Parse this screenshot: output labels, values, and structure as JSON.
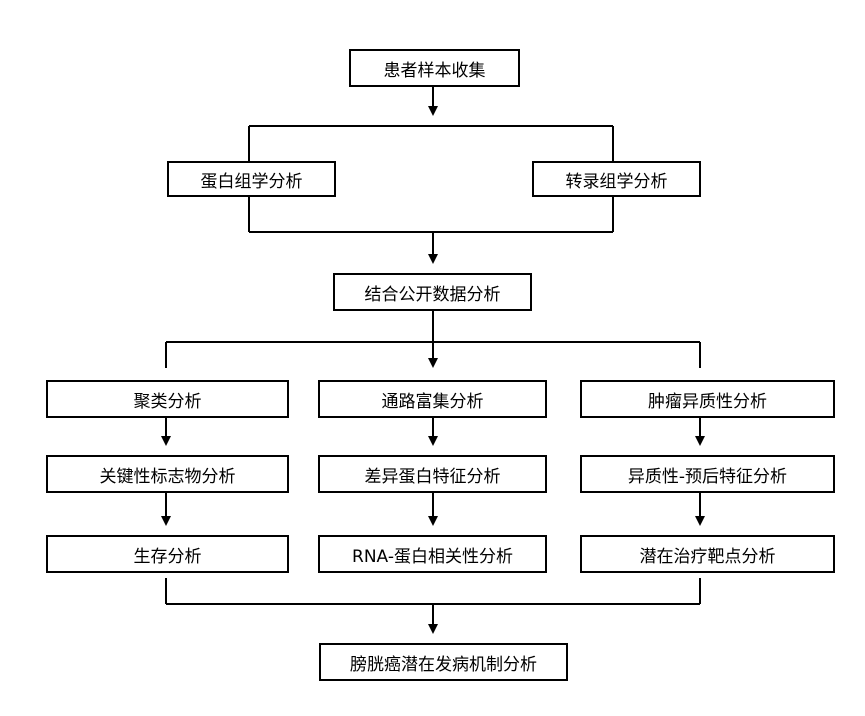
{
  "diagram": {
    "nodes": {
      "sample_collection": "患者样本收集",
      "proteomics": "蛋白组学分析",
      "transcriptomics": "转录组学分析",
      "public_data": "结合公开数据分析",
      "clustering": "聚类分析",
      "pathway_enrichment": "通路富集分析",
      "tumor_heterogeneity": "肿瘤异质性分析",
      "biomarker": "关键性标志物分析",
      "diff_protein": "差异蛋白特征分析",
      "heterogeneity_prognosis": "异质性-预后特征分析",
      "survival": "生存分析",
      "rna_protein_correlation": "RNA-蛋白相关性分析",
      "therapy_target": "潜在治疗靶点分析",
      "mechanism": "膀胱癌潜在发病机制分析"
    },
    "colors": {
      "stroke": "#000000",
      "fill": "#ffffff",
      "text": "#000000"
    }
  }
}
